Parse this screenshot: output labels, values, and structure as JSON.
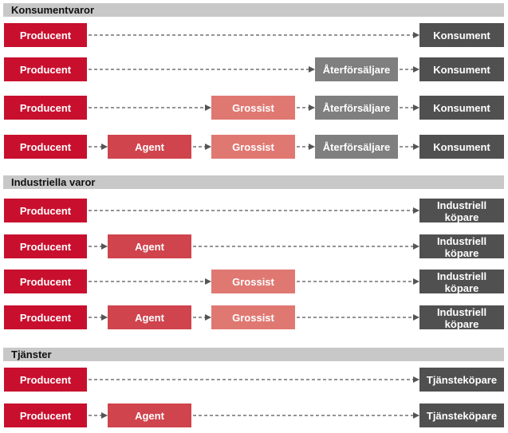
{
  "colors": {
    "producent": "#c8102e",
    "agent": "#d0444d",
    "grossist": "#e07872",
    "aterforsaljare": "#7f7f7f",
    "buyer": "#505050",
    "section_bar": "#c8c8c8",
    "arrow": "#555555"
  },
  "sections": [
    {
      "title": "Konsumentvaror",
      "rows": [
        [
          "Producent",
          "Konsument"
        ],
        [
          "Producent",
          "Återförsäljare",
          "Konsument"
        ],
        [
          "Producent",
          "Grossist",
          "Återförsäljare",
          "Konsument"
        ],
        [
          "Producent",
          "Agent",
          "Grossist",
          "Återförsäljare",
          "Konsument"
        ]
      ]
    },
    {
      "title": "Industriella varor",
      "rows": [
        [
          "Producent",
          "Industriell köpare"
        ],
        [
          "Producent",
          "Agent",
          "Industriell köpare"
        ],
        [
          "Producent",
          "Grossist",
          "Industriell köpare"
        ],
        [
          "Producent",
          "Agent",
          "Grossist",
          "Industriell köpare"
        ]
      ]
    },
    {
      "title": "Tjänster",
      "rows": [
        [
          "Producent",
          "Tjänsteköpare"
        ],
        [
          "Producent",
          "Agent",
          "Tjänsteköpare"
        ]
      ]
    }
  ]
}
